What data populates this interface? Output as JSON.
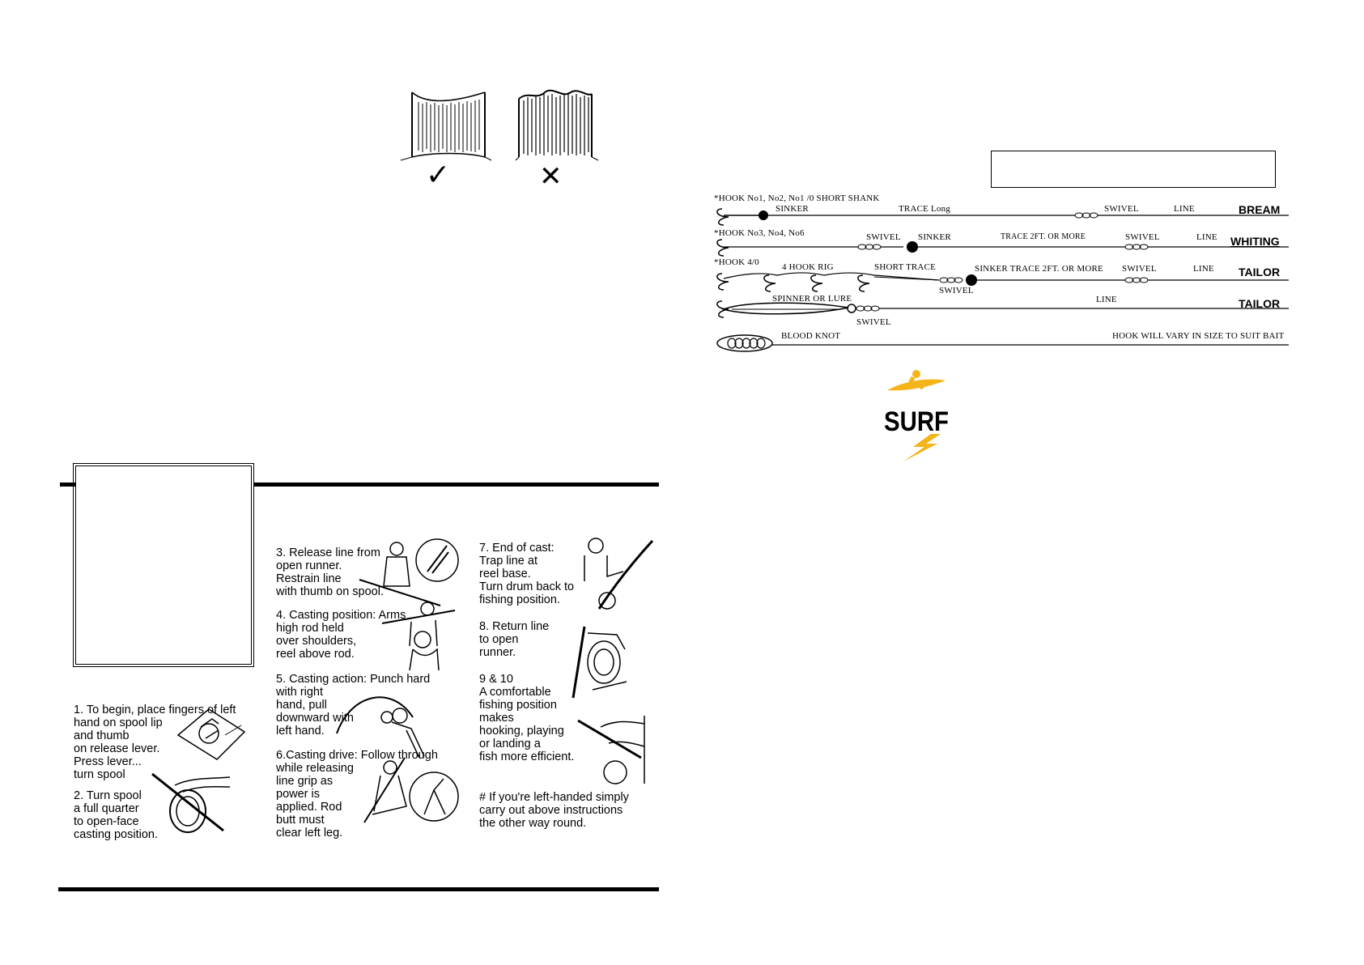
{
  "spool_marks": {
    "good": "✓",
    "bad": "✕"
  },
  "rigs": [
    {
      "hook": "*HOOK No1, No2, No1 /0 SHORT SHANK",
      "sinker": "SINKER",
      "trace": "TRACE Long",
      "swivel": "SWIVEL",
      "line": "LINE",
      "fish": "BREAM"
    },
    {
      "hook": "*HOOK No3, No4, No6",
      "swivel_a": "SWIVEL",
      "sinker": "SINKER",
      "trace": "TRACE 2FT. OR MORE",
      "swivel": "SWIVEL",
      "line": "LINE",
      "fish": "WHITING"
    },
    {
      "hook": "*HOOK 4/0",
      "rig": "4 HOOK RIG",
      "short_trace": "SHORT TRACE",
      "sinker_trace": "SINKER TRACE 2FT. OR MORE",
      "swivel_low": "SWIVEL",
      "swivel": "SWIVEL",
      "line": "LINE",
      "fish": "TAILOR"
    },
    {
      "lure": "SPINNER OR LURE",
      "swivel": "SWIVEL",
      "line": "LINE",
      "fish": "TAILOR"
    },
    {
      "knot": "BLOOD KNOT",
      "note": "HOOK WILL VARY IN SIZE TO SUIT BAIT"
    }
  ],
  "logo": {
    "text": "SURF",
    "accent": "#f4b41a"
  },
  "steps": {
    "s1": "1. To begin, place fingers of left\nhand on spool lip\nand thumb\non release lever.\nPress lever...\nturn spool",
    "s2": "2. Turn spool\na full quarter\nto open-face\ncasting position.",
    "s3": "3. Release line from\nopen runner.\nRestrain line\nwith thumb on spool.",
    "s4": "4. Casting position: Arms\nhigh rod held\nover shoulders,\nreel above rod.",
    "s5": "5. Casting action:  Punch hard\nwith right\nhand, pull\ndownward  with\nleft hand.",
    "s6": "6.Casting drive: Follow through\nwhile releasing\nline grip as\npower is\napplied. Rod\nbutt must\nclear left leg.",
    "s7": "7. End of cast:\nTrap line at\nreel base.\nTurn drum  back to\nfishing position.",
    "s8": "8. Return line\nto open\nrunner.",
    "s9": "9 & 10\nA comfortable\nfishing position\nmakes\nhooking, playing\nor landing a\nfish more efficient.",
    "note": "#  If you're left-handed simply\ncarry out above instructions\nthe other way round."
  }
}
